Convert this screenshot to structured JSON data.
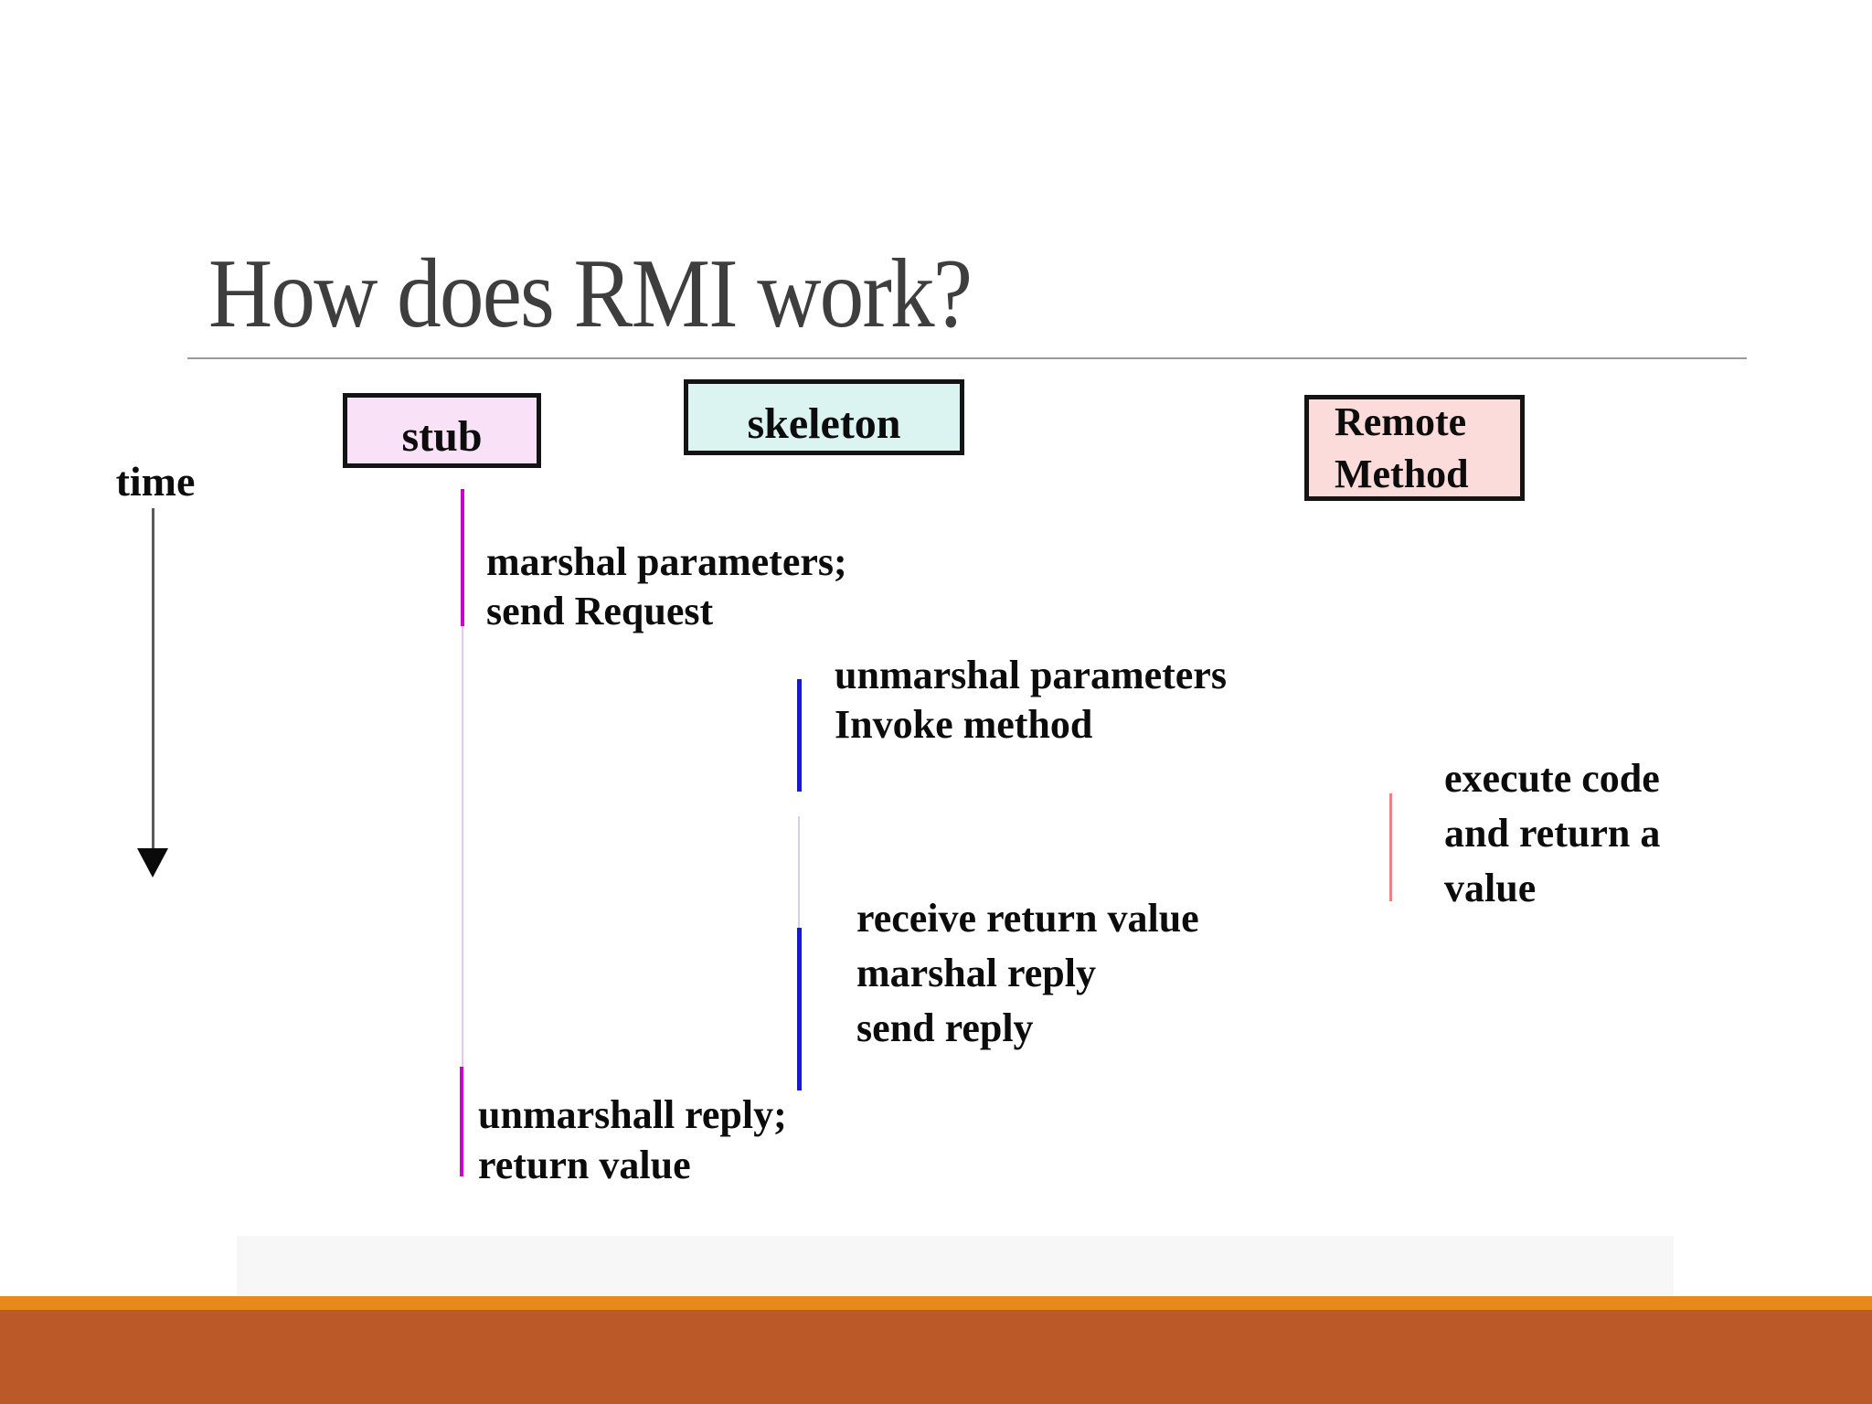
{
  "title": "How does RMI work?",
  "time_label": "time",
  "boxes": {
    "stub": {
      "label": "stub",
      "fill": "#f9e1f7"
    },
    "skeleton": {
      "label": "skeleton",
      "fill": "#dbf4f1"
    },
    "remote": {
      "line1": "Remote",
      "line2": "Method",
      "fill": "#fbdcda"
    }
  },
  "annotations": {
    "stub_request": [
      "marshal parameters;",
      "send Request"
    ],
    "skeleton_invoke": [
      "unmarshal parameters",
      "Invoke method"
    ],
    "skeleton_reply": [
      "receive return value",
      "marshal reply",
      "send reply"
    ],
    "remote_execute": [
      "execute code",
      "and return a",
      "value"
    ],
    "stub_return": [
      "unmarshall reply;",
      "return value"
    ]
  },
  "colors": {
    "stub_active": "#cc00cc",
    "skeleton_active": "#1a1acd",
    "remote_active": "#f08080",
    "stub_idle": "#ecc6ec",
    "skeleton_idle": "#d2d2e4",
    "footer_orange": "#e8891b",
    "footer_rust": "#bb5a28",
    "title_text": "#3e3e3e"
  }
}
